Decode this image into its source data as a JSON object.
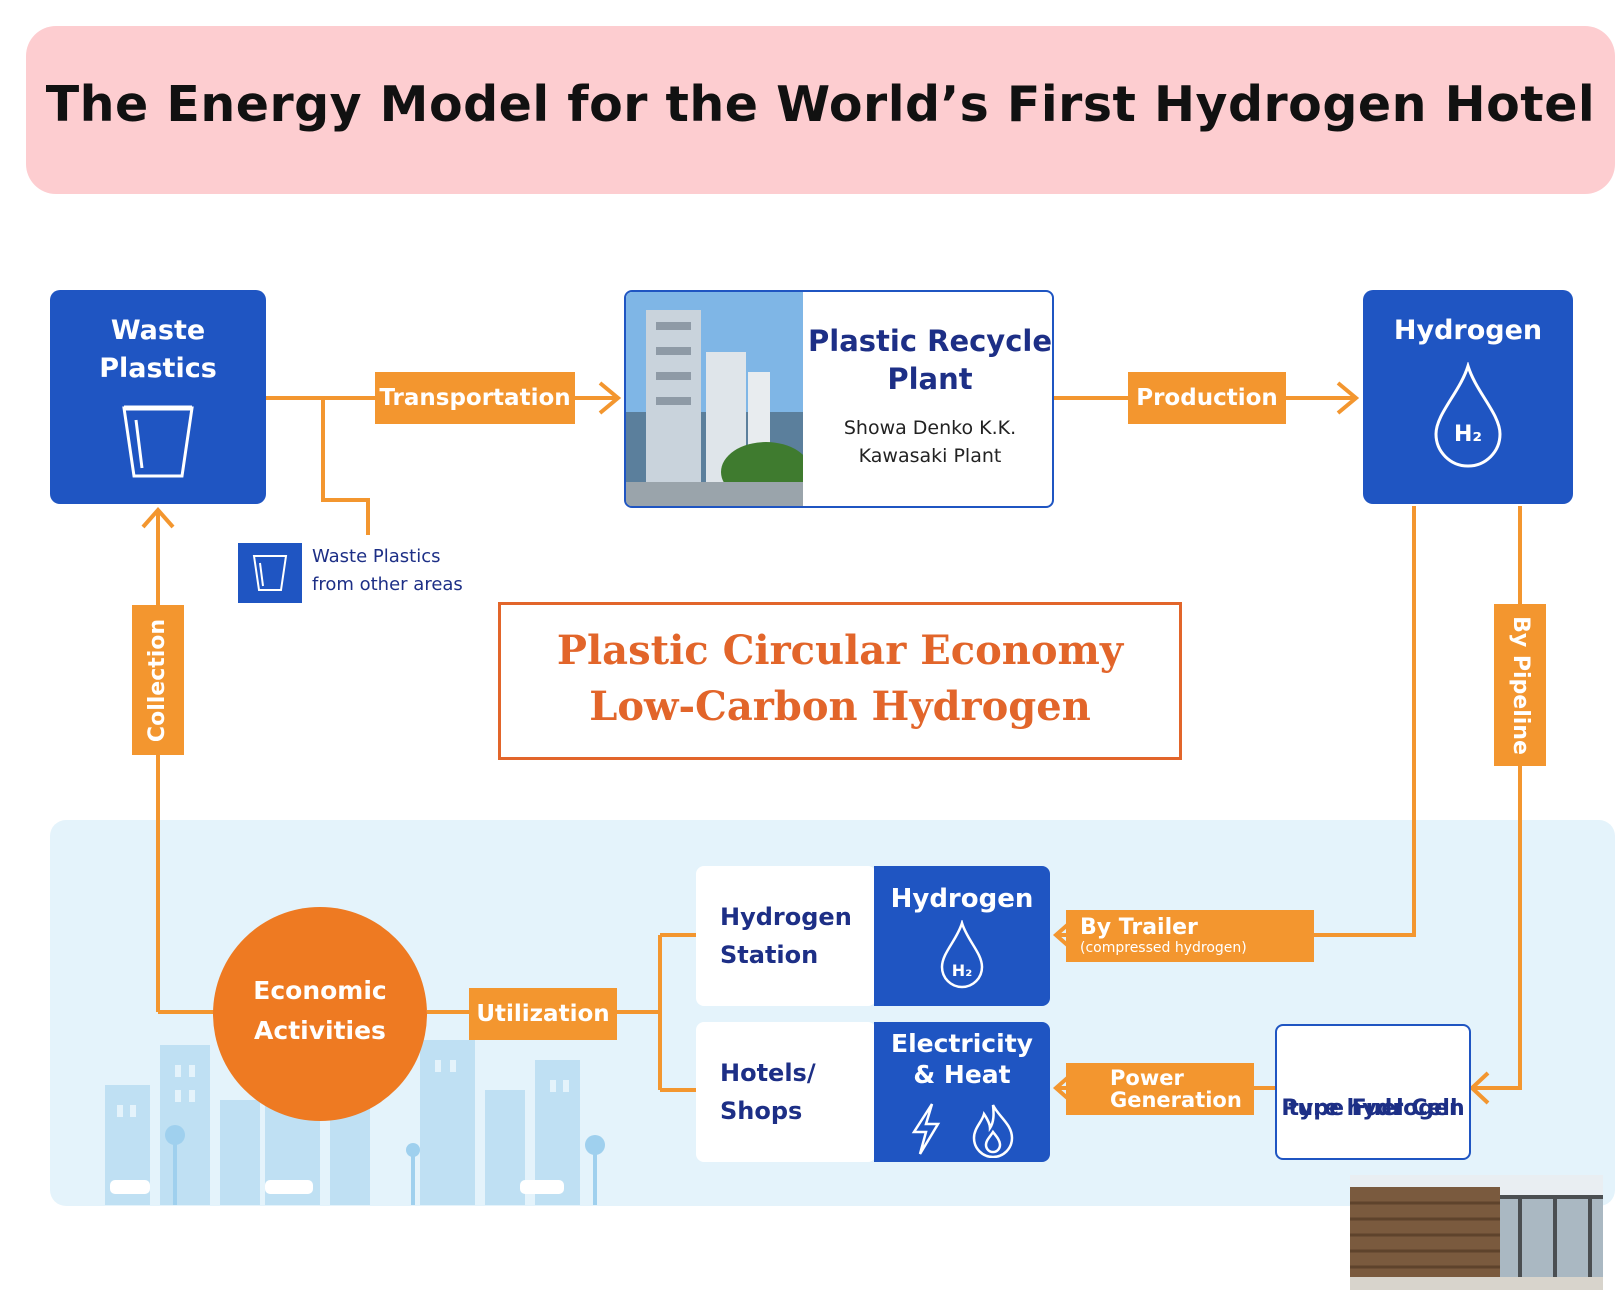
{
  "title": "The Energy Model for the World’s First Hydrogen Hotel",
  "nodes": {
    "waste_plastics": "Waste Plastics",
    "plant_title": "Plastic Recycle Plant",
    "plant_company": "Showa Denko K.K.",
    "plant_location": "Kawasaki Plant",
    "hydrogen_top": "Hydrogen",
    "h2_symbol": "H₂",
    "waste_other_line1": "Waste Plastics",
    "waste_other_line2": "from other areas",
    "center_line1": "Plastic Circular Economy",
    "center_line2": "Low-Carbon Hydrogen",
    "economic_line1": "Economic",
    "economic_line2": "Activities",
    "hydrogen_station_line1": "Hydrogen",
    "hydrogen_station_line2": "Station",
    "hydrogen_bottom": "Hydrogen",
    "hotels_line1": "Hotels/",
    "hotels_line2": "Shops",
    "elec_line1": "Electricity",
    "elec_line2": "& Heat",
    "fuel_line1": "Pure hydrogen",
    "fuel_line2": "type Fuel Cell"
  },
  "arrows": {
    "transportation": "Transportation",
    "production": "Production",
    "collection": "Collection",
    "by_pipeline": "By Pipeline",
    "by_trailer": "By Trailer",
    "by_trailer_note": "(compressed hydrogen)",
    "utilization": "Utilization",
    "power_line1": "Power",
    "power_line2": "Generation"
  },
  "colors": {
    "blue": "#1f55c2",
    "orange_line": "#f3962f",
    "orange_text": "#e2652a",
    "banner": "#fdcdd0",
    "band": "#e4f3fb"
  },
  "icons": [
    "cup-icon",
    "drop-icon",
    "lightning-icon",
    "flame-icon"
  ]
}
